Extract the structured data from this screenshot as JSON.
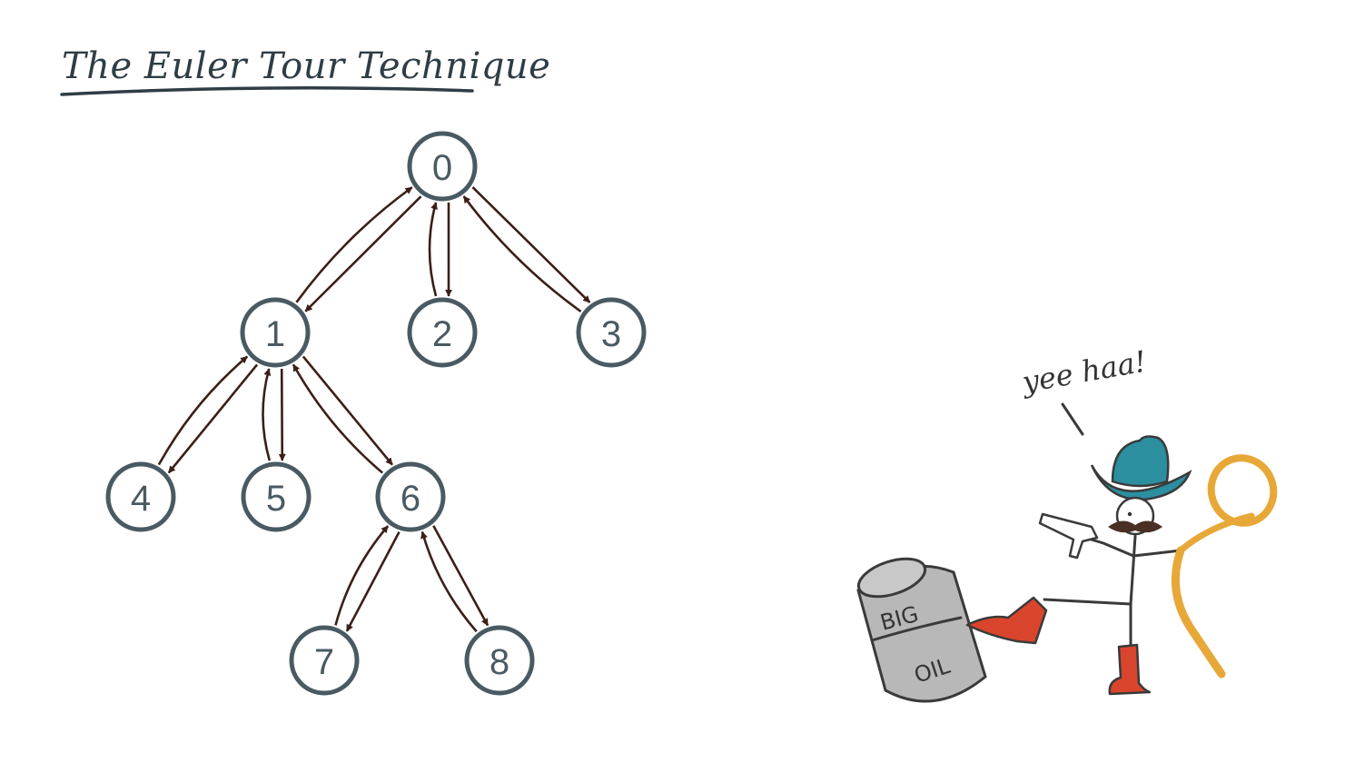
{
  "title": "The Euler Tour Technique",
  "tree": {
    "nodes": [
      {
        "id": "0",
        "label": "0"
      },
      {
        "id": "1",
        "label": "1"
      },
      {
        "id": "2",
        "label": "2"
      },
      {
        "id": "3",
        "label": "3"
      },
      {
        "id": "4",
        "label": "4"
      },
      {
        "id": "5",
        "label": "5"
      },
      {
        "id": "6",
        "label": "6"
      },
      {
        "id": "7",
        "label": "7"
      },
      {
        "id": "8",
        "label": "8"
      }
    ],
    "edges": [
      {
        "parent": "0",
        "child": "1"
      },
      {
        "parent": "0",
        "child": "2"
      },
      {
        "parent": "0",
        "child": "3"
      },
      {
        "parent": "1",
        "child": "4"
      },
      {
        "parent": "1",
        "child": "5"
      },
      {
        "parent": "1",
        "child": "6"
      },
      {
        "parent": "6",
        "child": "7"
      },
      {
        "parent": "6",
        "child": "8"
      }
    ]
  },
  "illustration": {
    "speech": "yee haa!",
    "barrel_top": "BIG",
    "barrel_bottom": "OIL",
    "colors": {
      "hat": "#2b8fa0",
      "boot": "#d9452c",
      "lasso": "#e8a838",
      "barrel": "#b8b8b8",
      "ink": "#3a3a3a"
    }
  },
  "colors": {
    "node_stroke": "#4a5a63",
    "arrow": "#3b1f17",
    "title": "#2f3d45"
  }
}
